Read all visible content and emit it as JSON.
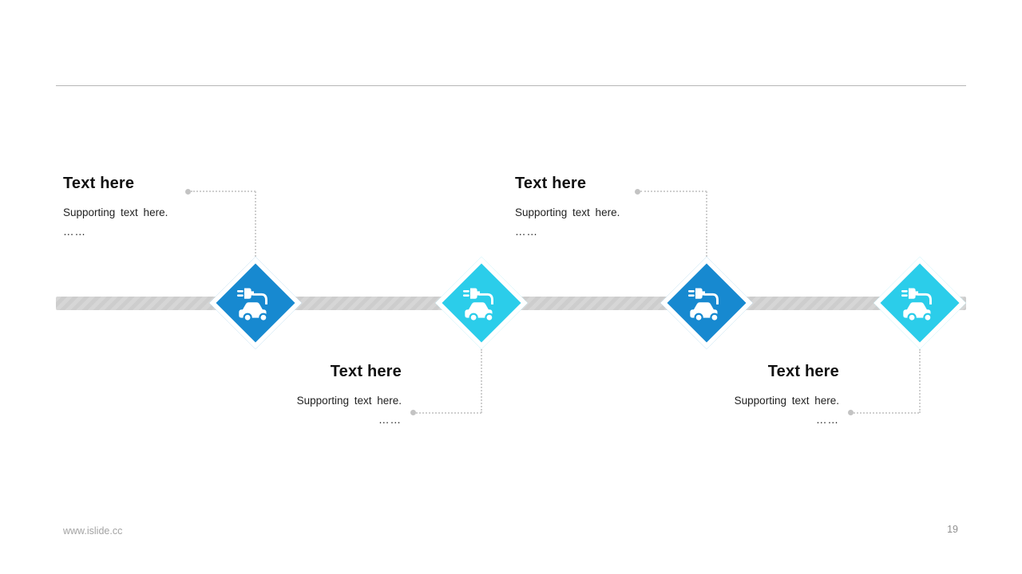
{
  "slide": {
    "footer_url": "www.islide.cc",
    "page_number": "19"
  },
  "timeline": {
    "items": [
      {
        "title": "Text here",
        "supporting": "Supporting text here.",
        "ellipsis": "……",
        "color": "#1789d0",
        "icon": "electric-car-icon",
        "label_position": "above"
      },
      {
        "title": "Text here",
        "supporting": "Supporting text here.",
        "ellipsis": "……",
        "color": "#2bcdea",
        "icon": "electric-car-icon",
        "label_position": "below"
      },
      {
        "title": "Text here",
        "supporting": "Supporting text here.",
        "ellipsis": "……",
        "color": "#1789d0",
        "icon": "electric-car-icon",
        "label_position": "above"
      },
      {
        "title": "Text here",
        "supporting": "Supporting text here.",
        "ellipsis": "……",
        "color": "#2bcdea",
        "icon": "electric-car-icon",
        "label_position": "below"
      }
    ]
  }
}
